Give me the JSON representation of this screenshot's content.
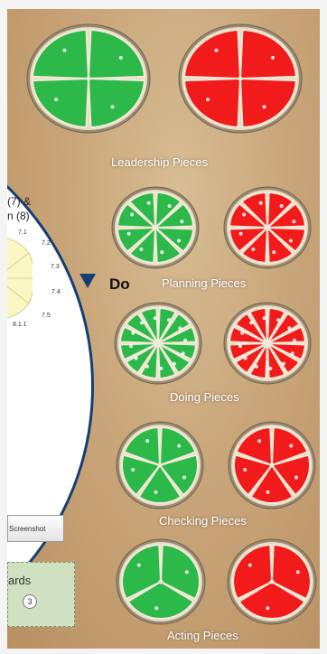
{
  "diagram": {
    "section_title_line1": "(7) &",
    "section_title_line2": "n (8)",
    "clause_labels": [
      "7.1",
      "7.2",
      "7.3",
      "7.4",
      "7.5",
      "8.1.1"
    ],
    "do_label": "Do"
  },
  "toolbar": {
    "screenshot_label": "Screenshot"
  },
  "cards_panel": {
    "label": "ards",
    "count": "3"
  },
  "colors": {
    "green": "#2db84a",
    "red": "#f21b1b",
    "board": "#c9a67a",
    "ring": "#153e75"
  },
  "piece_groups": [
    {
      "label": "Leadership Pieces",
      "segments": 4
    },
    {
      "label": "Planning Pieces",
      "segments": 8
    },
    {
      "label": "Doing Pieces",
      "segments": 12
    },
    {
      "label": "Checking Pieces",
      "segments": 5
    },
    {
      "label": "Acting Pieces",
      "segments": 3
    }
  ]
}
